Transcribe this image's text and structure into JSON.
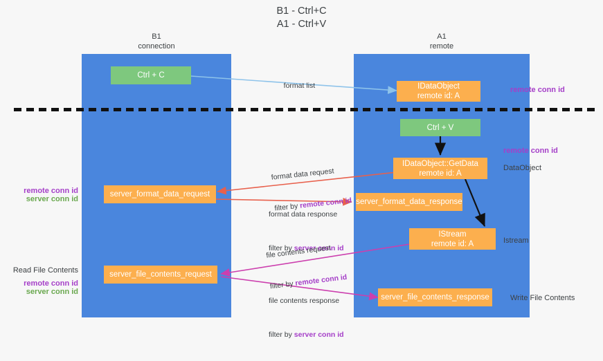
{
  "title": {
    "line1": "B1 - Ctrl+C",
    "line2": "A1 - Ctrl+V"
  },
  "columns": [
    {
      "id": "b1",
      "name": "B1",
      "role": "connection"
    },
    {
      "id": "a1",
      "name": "A1",
      "role": "remote"
    }
  ],
  "nodes": {
    "ctrl_c": "Ctrl + C",
    "ctrl_v": "Ctrl + V",
    "idataobject_title": "IDataObject",
    "idataobject_sub": "remote id: A",
    "getdata_title": "IDataObject::GetData",
    "getdata_sub": "remote id: A",
    "istream_title": "IStream",
    "istream_sub": "remote id: A",
    "server_format_data_request": "server_format_data_request",
    "server_format_data_response": "server_format_data_response",
    "server_file_contents_request": "server_file_contents_request",
    "server_file_contents_response": "server_file_contents_response"
  },
  "edges": {
    "format_list": "format list",
    "format_data_request": "format data request",
    "format_data_response": "format data response",
    "file_contents_request": "file contents request",
    "file_contents_response": "file contents response",
    "filter_by": "filter by",
    "remote_conn_id": "remote conn id",
    "server_conn_id": "server conn id"
  },
  "annotations": {
    "right_remote_conn_id_top": "remote conn id",
    "right_remote_conn_id_mid": "remote conn id",
    "right_dataobject": "DataObject",
    "right_istream": "Istream",
    "right_write_file_contents": "Write File Contents",
    "left_remote_conn_id": "remote conn id",
    "left_server_conn_id": "server conn id",
    "left_read_file_contents": "Read File Contents",
    "left_remote_conn_id_2": "remote conn id",
    "left_server_conn_id_2": "server conn id"
  },
  "colors": {
    "lane": "#4a86dd",
    "green_box": "#7ec87e",
    "orange_box": "#fcaf4e",
    "purple": "#a53fc8",
    "green_text": "#6aa84f",
    "red_arrow": "#e8604c",
    "magenta_arrow": "#cc3fae",
    "light_blue_arrow": "#8ec3ea",
    "black_arrow": "#111111",
    "background": "#f7f7f7"
  }
}
